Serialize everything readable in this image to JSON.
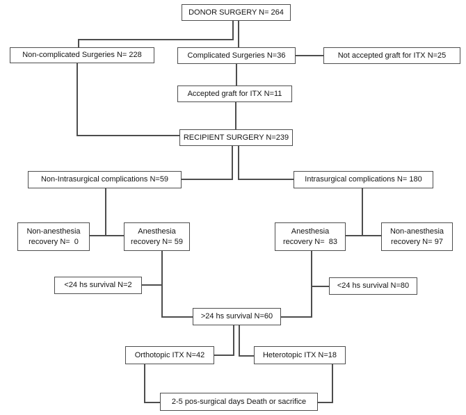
{
  "diagram": {
    "type": "flowchart",
    "colors": {
      "background": "#ffffff",
      "box_border": "#4d4d4d",
      "connector": "#4d4d4d",
      "text": "#121212"
    },
    "nodes": {
      "donor": {
        "label": "DONOR SURGERY N= 264"
      },
      "non_complicated": {
        "label": "Non-complicated Surgeries N= 228"
      },
      "complicated": {
        "label": "Complicated Surgeries N=36"
      },
      "not_accepted": {
        "label": "Not accepted graft for ITX N=25"
      },
      "accepted": {
        "label": "Accepted graft for ITX N=11"
      },
      "recipient": {
        "label": "RECIPIENT SURGERY N=239"
      },
      "non_intrasurgical": {
        "label": "Non-Intrasurgical complications N=59"
      },
      "intrasurgical": {
        "label": "Intrasurgical complications N= 180"
      },
      "non_anesthesia_left": {
        "label": "Non-anesthesia\nrecovery N=  0"
      },
      "anesthesia_left": {
        "label": "Anesthesia\nrecovery N= 59"
      },
      "anesthesia_right": {
        "label": "Anesthesia\nrecovery N=  83"
      },
      "non_anesthesia_right": {
        "label": "Non-anesthesia\nrecovery N= 97"
      },
      "survival_lt24_left": {
        "label": "<24 hs survival N=2"
      },
      "survival_lt24_right": {
        "label": "<24 hs survival N=80"
      },
      "survival_gt24": {
        "label": ">24 hs survival N=60"
      },
      "orthotopic": {
        "label": "Orthotopic ITX N=42"
      },
      "heterotopic": {
        "label": "Heterotopic ITX N=18"
      },
      "outcome": {
        "label": "2-5 pos-surgical days Death or sacrifice"
      }
    },
    "edges": [
      {
        "from": "donor",
        "to": "non_complicated"
      },
      {
        "from": "donor",
        "to": "complicated"
      },
      {
        "from": "complicated",
        "to": "not_accepted"
      },
      {
        "from": "complicated",
        "to": "accepted"
      },
      {
        "from": "accepted",
        "to": "recipient"
      },
      {
        "from": "non_complicated",
        "to": "recipient"
      },
      {
        "from": "recipient",
        "to": "non_intrasurgical"
      },
      {
        "from": "recipient",
        "to": "intrasurgical"
      },
      {
        "from": "non_intrasurgical",
        "to": "non_anesthesia_left"
      },
      {
        "from": "non_intrasurgical",
        "to": "anesthesia_left"
      },
      {
        "from": "intrasurgical",
        "to": "anesthesia_right"
      },
      {
        "from": "intrasurgical",
        "to": "non_anesthesia_right"
      },
      {
        "from": "anesthesia_left",
        "to": "survival_lt24_left"
      },
      {
        "from": "anesthesia_left",
        "to": "survival_gt24"
      },
      {
        "from": "anesthesia_right",
        "to": "survival_lt24_right"
      },
      {
        "from": "anesthesia_right",
        "to": "survival_gt24"
      },
      {
        "from": "survival_gt24",
        "to": "orthotopic"
      },
      {
        "from": "survival_gt24",
        "to": "heterotopic"
      },
      {
        "from": "orthotopic",
        "to": "outcome"
      },
      {
        "from": "heterotopic",
        "to": "outcome"
      }
    ]
  }
}
